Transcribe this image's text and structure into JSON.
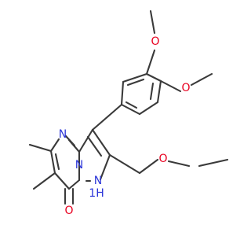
{
  "colors": {
    "bond": "#3a3a3a",
    "oxygen": "#e8001f",
    "nitrogen": "#2b35d8",
    "background": "#ffffff"
  },
  "atoms": {
    "o_top_methoxy": "O",
    "o_right_methoxy": "O",
    "n_ring_imine": "N",
    "n_bridgehead": "N",
    "nh_pyrazole": "1H",
    "o_methoxymethyl": "O",
    "o_carbonyl": "O"
  }
}
